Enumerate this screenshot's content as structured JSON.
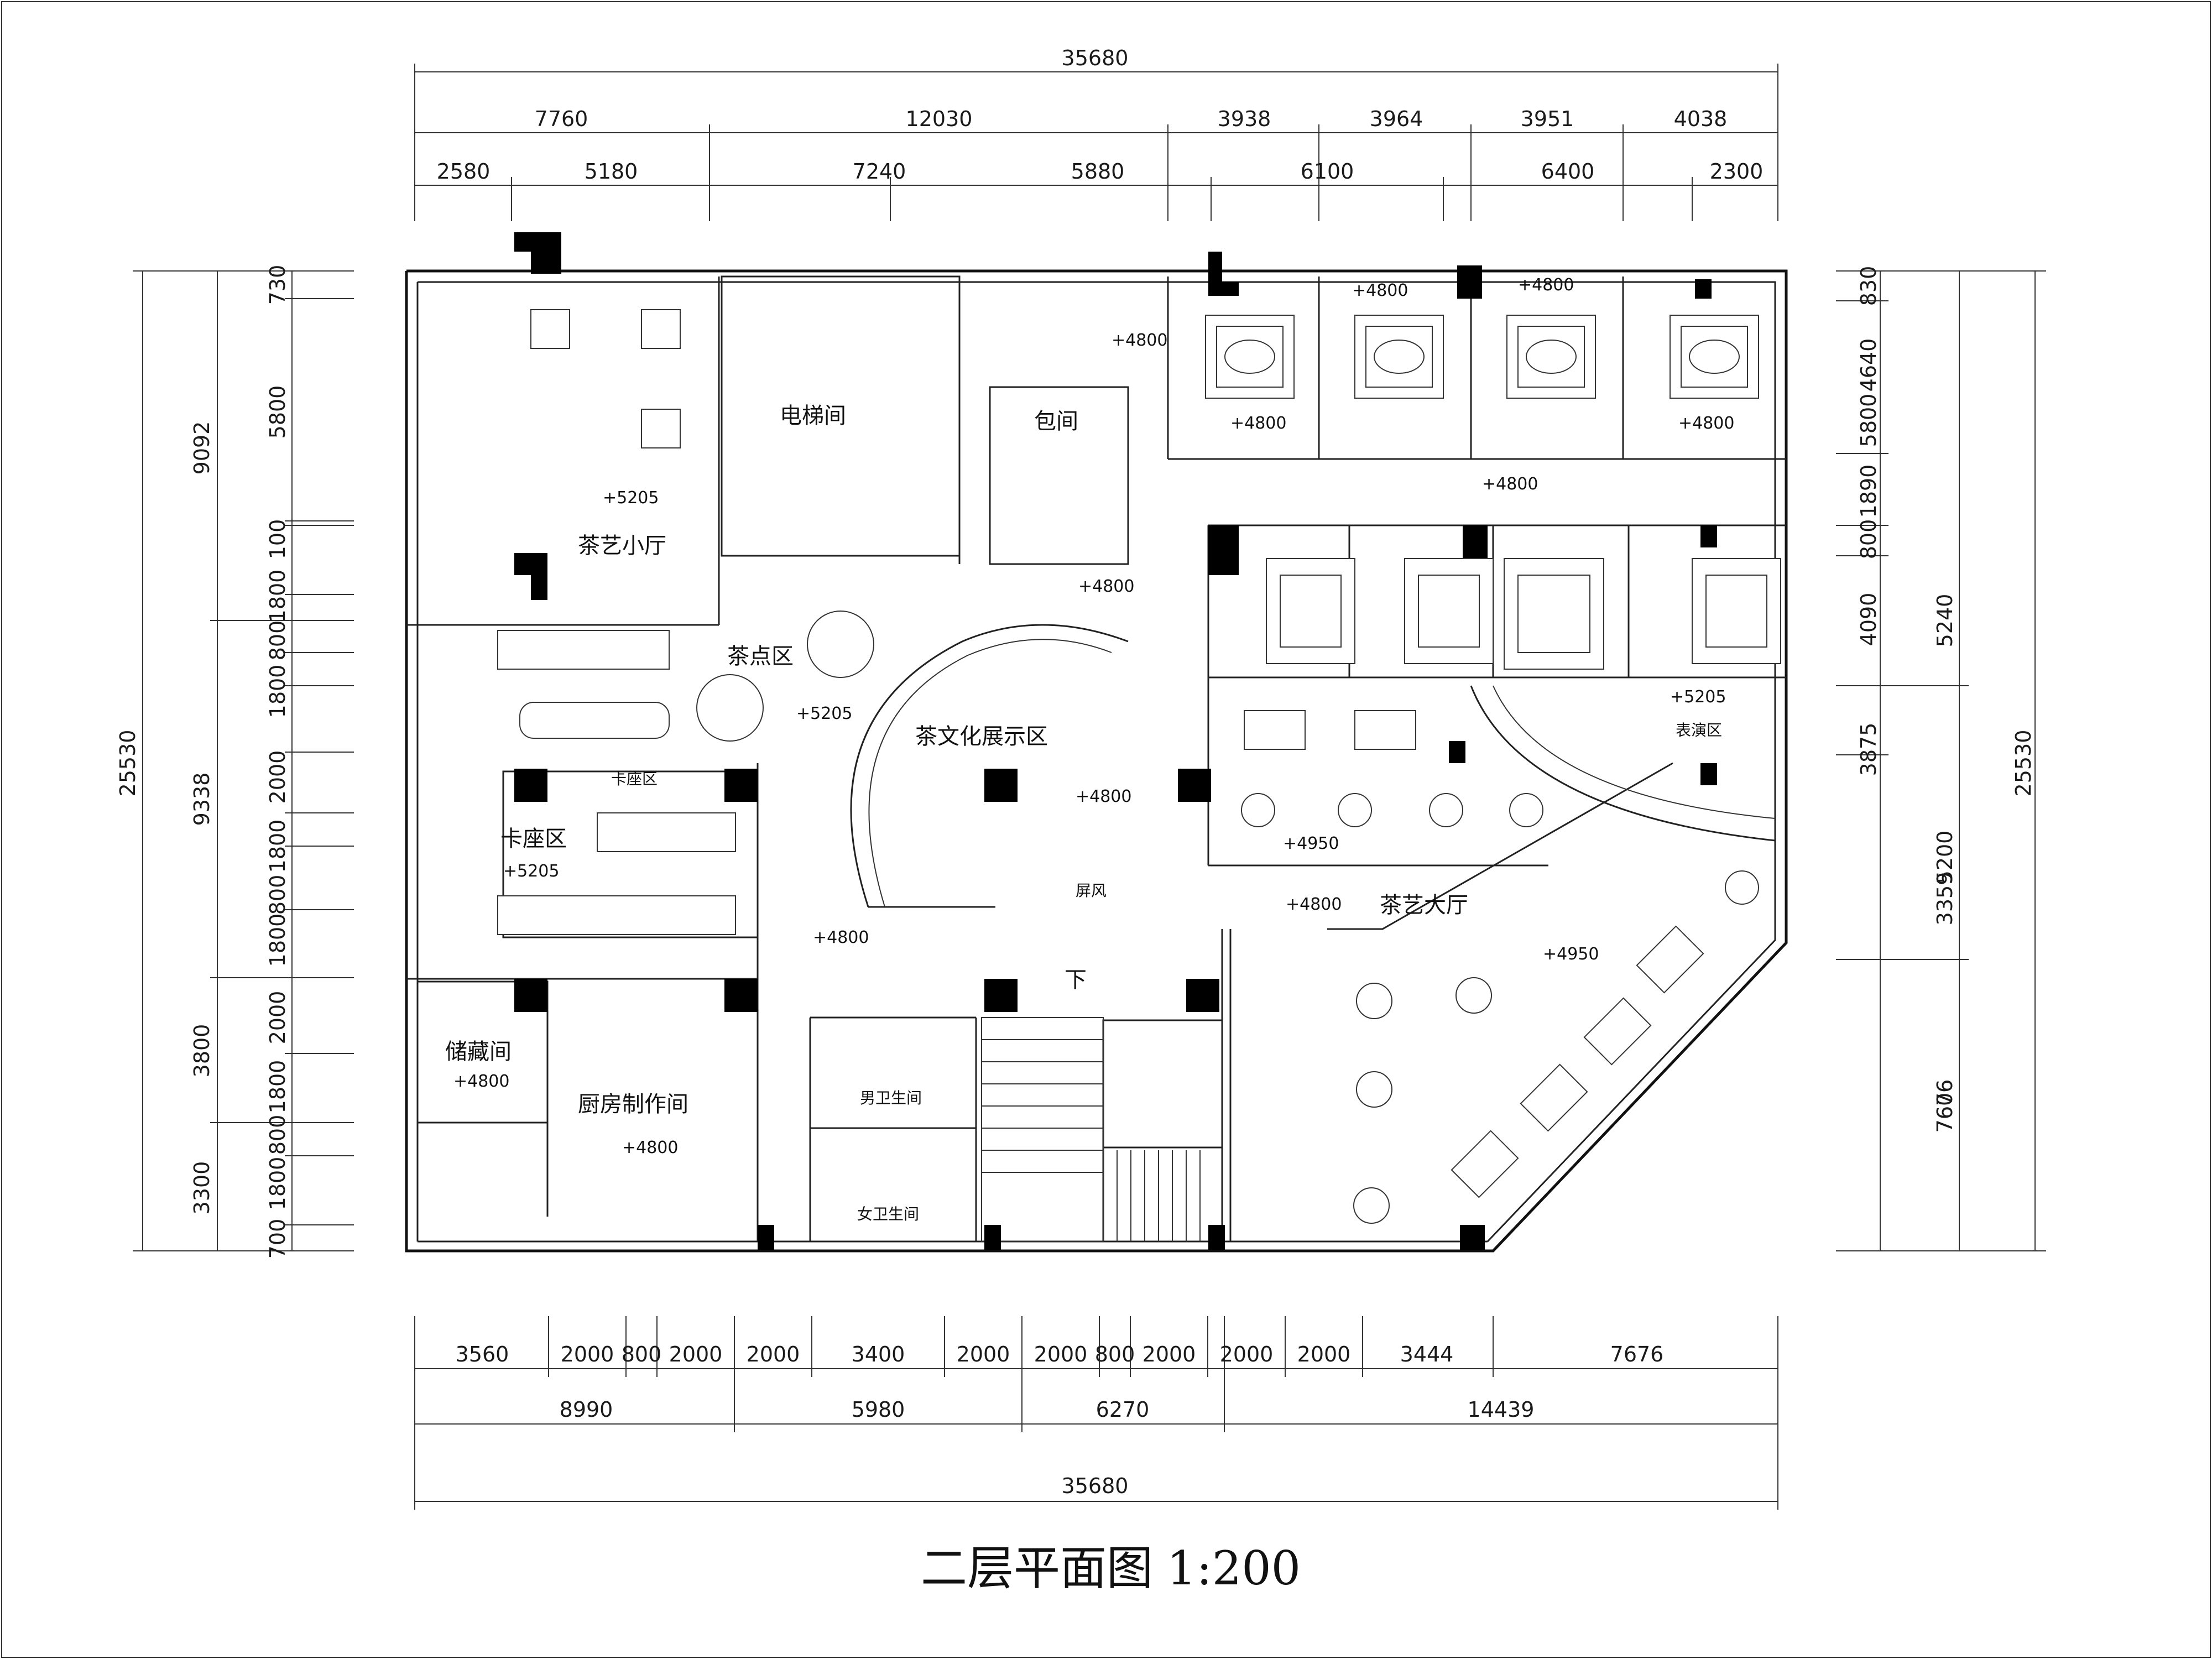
{
  "drawing": {
    "title": "二层平面图",
    "scale": "1:200",
    "dims_top_total": "35680",
    "dims_top_mid": [
      "7760",
      "12030",
      "3938",
      "3964",
      "3951",
      "4038"
    ],
    "dims_top_inner": [
      "2580",
      "5180",
      "7240",
      "5880",
      "6100",
      "6400",
      "2300"
    ],
    "dims_top_extra_730": "730",
    "dims_bottom_inner": [
      "3560",
      "2000",
      "800",
      "2000",
      "2000",
      "3400",
      "2000",
      "2000",
      "800",
      "2000",
      "2000",
      "2000",
      "3444",
      "7676"
    ],
    "dims_bottom_mid": [
      "8990",
      "5980",
      "6270",
      "14439"
    ],
    "dims_bottom_total": "35680",
    "dims_left_outer": "25530",
    "dims_left_mid": [
      "9092",
      "9338",
      "3800",
      "3300"
    ],
    "dims_left_inner": [
      "730",
      "5800",
      "100",
      "1800",
      "800",
      "1800",
      "2000",
      "1800",
      "800",
      "1800",
      "2000",
      "1800",
      "800",
      "1800",
      "700"
    ],
    "dims_right_outer": "25530",
    "dims_right_mid": [
      "5240",
      "5200",
      "7676"
    ],
    "dims_right_inner": [
      "830",
      "4640",
      "5800",
      "1890",
      "800",
      "4090",
      "3875",
      "3359",
      "7606"
    ]
  },
  "rooms": {
    "tea_small_hall": "茶艺小厅",
    "elevator": "电梯间",
    "private_room": "包间",
    "tea_snack": "茶点区",
    "tea_culture": "茶文化展示区",
    "booth": "卡座区",
    "booth_top": "卡座区",
    "screen": "屏风",
    "storage": "储藏间",
    "kitchen": "厨房制作间",
    "mens_wc": "男卫生间",
    "womens_wc": "女卫生间",
    "down": "下",
    "performance": "表演区",
    "tea_hall": "茶艺大厅"
  },
  "elevations": {
    "e5205a": "+5205",
    "e5205b": "+5205",
    "e5205c": "+5205",
    "e5205d": "+5205",
    "e4800a": "+4800",
    "e4800b": "+4800",
    "e4800c": "+4800",
    "e4800d": "+4800",
    "e4800e": "+4800",
    "e4800f": "+4800",
    "e4800g": "+4800",
    "e4800h": "+4800",
    "e4800i": "+4800",
    "e4800j": "+4800",
    "e4800k": "+4800",
    "e4800l": "+4800",
    "e4950a": "+4950",
    "e4950b": "+4950"
  }
}
